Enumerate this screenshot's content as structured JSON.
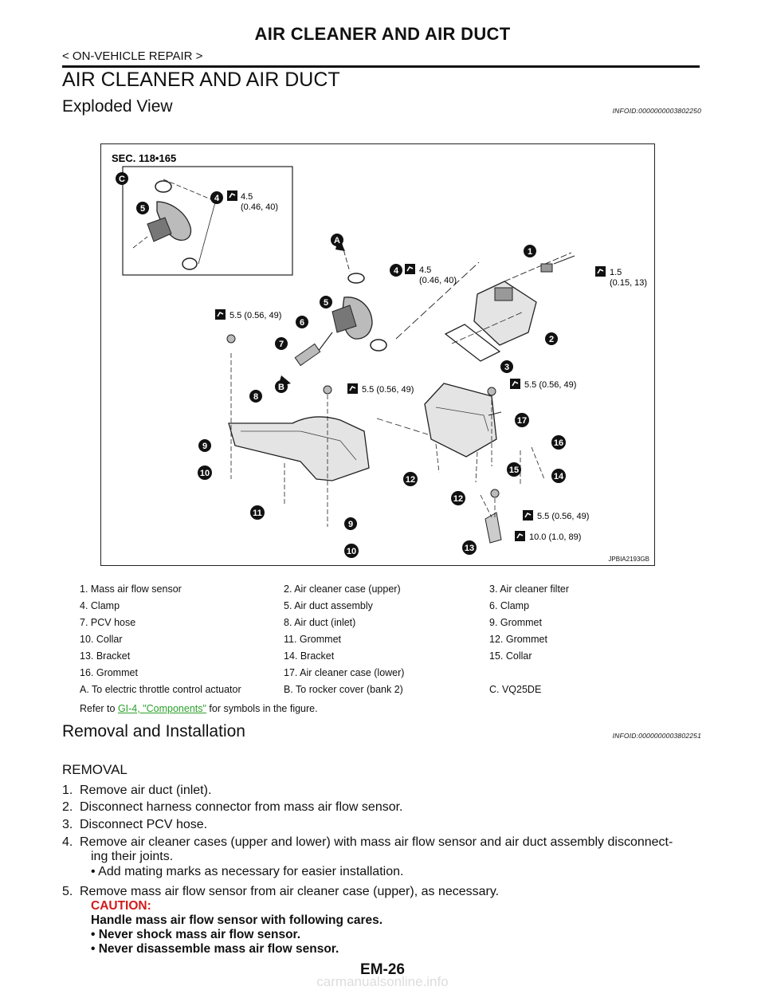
{
  "header": {
    "title": "AIR CLEANER AND AIR DUCT",
    "subtitle": "< ON-VEHICLE REPAIR >"
  },
  "section_title": "AIR CLEANER AND AIR DUCT",
  "exploded": {
    "title": "Exploded View",
    "infoid": "INFOID:0000000003802250",
    "figure": {
      "sec_label": "SEC. 118•165",
      "code": "JPBIA2193GB",
      "torques": {
        "t_inset": [
          "4.5",
          "(0.46, 40)"
        ],
        "t_clamp": [
          "4.5",
          "(0.46, 40)"
        ],
        "t_sensor": [
          "1.5",
          "(0.15, 13)"
        ],
        "t_left": "5.5 (0.56, 49)",
        "t_mid": "5.5 (0.56, 49)",
        "t_right": "5.5 (0.56, 49)",
        "t_br1": "5.5 (0.56, 49)",
        "t_br2": "10.0 (1.0, 89)"
      },
      "callouts": [
        "C",
        "5",
        "4",
        "A",
        "4",
        "1",
        "5",
        "6",
        "7",
        "B",
        "8",
        "9",
        "10",
        "11",
        "9",
        "10",
        "2",
        "3",
        "17",
        "16",
        "15",
        "14",
        "12",
        "12",
        "13"
      ]
    },
    "legend": [
      [
        "1. Mass air flow sensor",
        "2. Air cleaner case (upper)",
        "3. Air cleaner filter"
      ],
      [
        "4. Clamp",
        "5. Air duct assembly",
        "6. Clamp"
      ],
      [
        "7. PCV hose",
        "8. Air duct (inlet)",
        "9. Grommet"
      ],
      [
        "10. Collar",
        "11. Grommet",
        "12. Grommet"
      ],
      [
        "13. Bracket",
        "14. Bracket",
        "15. Collar"
      ],
      [
        "16. Grommet",
        "17. Air cleaner case (lower)",
        ""
      ],
      [
        "A. To electric throttle control actuator",
        "B. To rocker cover (bank 2)",
        "C. VQ25DE"
      ]
    ],
    "note_prefix": "Refer to ",
    "note_link": "GI-4, \"Components\"",
    "note_suffix": " for symbols in the figure."
  },
  "removal": {
    "title": "Removal and Installation",
    "infoid": "INFOID:0000000003802251",
    "heading": "REMOVAL",
    "steps": [
      {
        "n": "1.",
        "text": "Remove air duct (inlet)."
      },
      {
        "n": "2.",
        "text": "Disconnect harness connector from mass air flow sensor."
      },
      {
        "n": "3.",
        "text": "Disconnect PCV hose."
      },
      {
        "n": "4.",
        "text": "Remove air cleaner cases (upper and lower) with mass air flow sensor and air duct assembly disconnect-",
        "cont": "ing their joints."
      },
      {
        "n": "5.",
        "text": "Remove mass air flow sensor from air cleaner case (upper), as necessary."
      }
    ],
    "bullet4": "• Add mating marks as necessary for easier installation.",
    "caution_label": "CAUTION:",
    "caution_lines": [
      "Handle mass air flow sensor with following cares.",
      "• Never shock mass air flow sensor.",
      "• Never disassemble mass air flow sensor."
    ]
  },
  "footer": {
    "page": "EM-26",
    "watermark": "carmanualsonline.info"
  }
}
